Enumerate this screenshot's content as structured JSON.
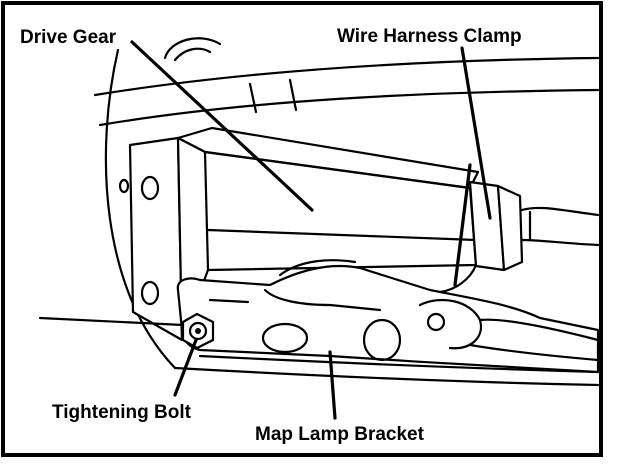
{
  "diagram": {
    "labels": {
      "drive_gear": "Drive Gear",
      "wire_harness_clamp": "Wire Harness Clamp",
      "tightening_bolt": "Tightening Bolt",
      "map_lamp_bracket": "Map Lamp Bracket"
    }
  }
}
